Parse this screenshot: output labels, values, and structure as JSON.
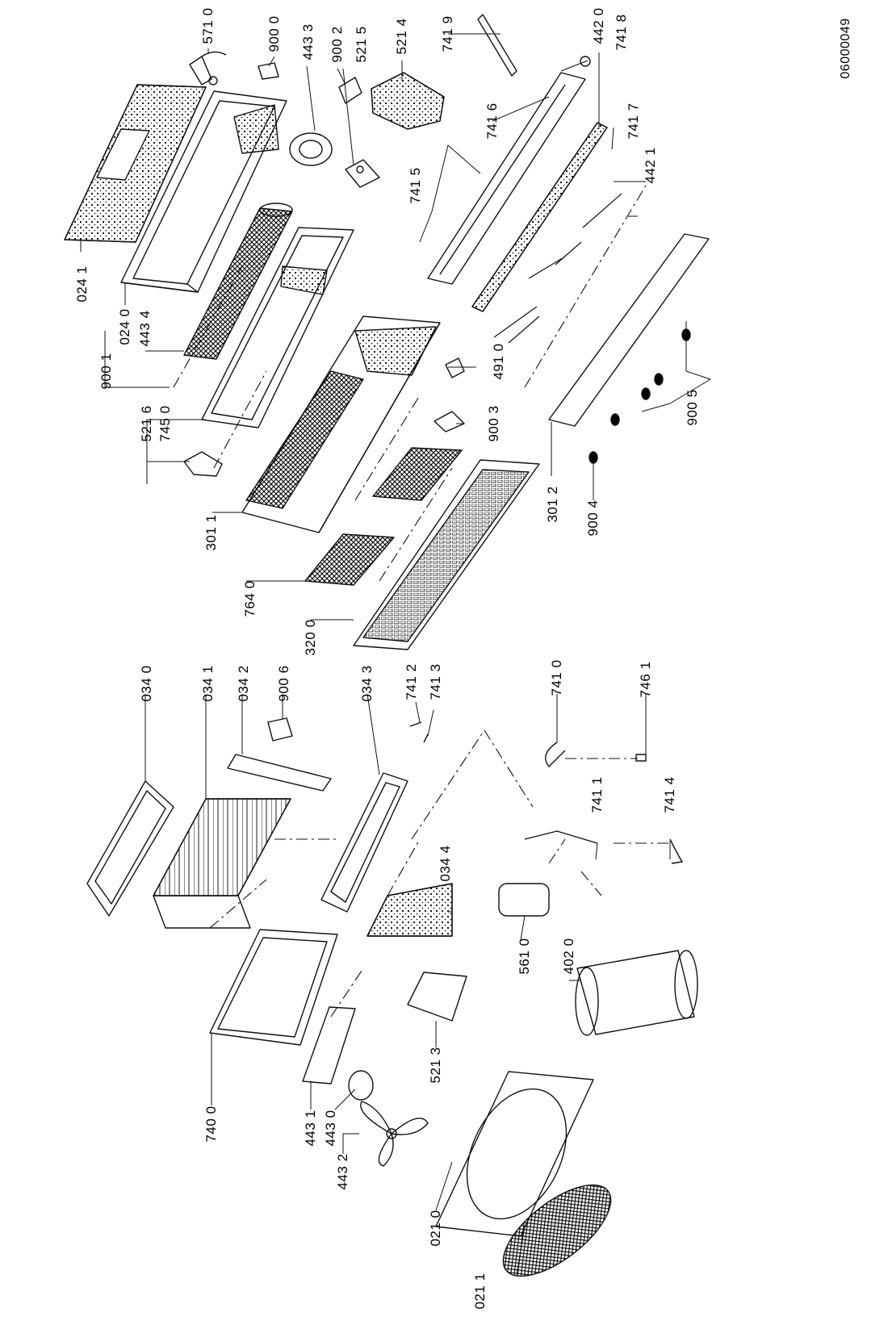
{
  "document_id": "06000049",
  "labels": {
    "l0241": "024 1",
    "l9001": "900 1",
    "l0240": "024 0",
    "l4434": "443 4",
    "l5216": "521 6",
    "l7450": "745 0",
    "l3011": "301 1",
    "l7640": "764 0",
    "l3200": "320 0",
    "l5710": "571 0",
    "l9000": "900 0",
    "l4433": "443 3",
    "l9002": "900 2",
    "l5215": "521 5",
    "l5214": "521 4",
    "l7419": "741 9",
    "l4420": "442 0",
    "l7418": "741 8",
    "l7416": "741 6",
    "l7417": "741 7",
    "l4421": "442 1",
    "l7415": "741 5",
    "l4910": "491 0",
    "l9003": "900 3",
    "l9005": "900 5",
    "l3012": "301 2",
    "l9004": "900 4",
    "l0340": "034 0",
    "l0341": "034 1",
    "l0342": "034 2",
    "l9006": "900 6",
    "l0343": "034 3",
    "l7412": "741 2",
    "l7413": "741 3",
    "l7410": "741 0",
    "l7461": "746 1",
    "l7411": "741 1",
    "l7414": "741 4",
    "l0344": "034 4",
    "l5610": "561 0",
    "l4020": "402 0",
    "l5213": "521 3",
    "l7400": "740 0",
    "l4431": "443 1",
    "l4430": "443 0",
    "l4432": "443 2",
    "l0210": "021 0",
    "l0211": "021 1"
  }
}
